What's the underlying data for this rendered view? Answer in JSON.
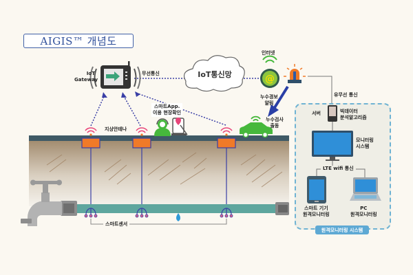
{
  "title": "AIGIS™ 개념도",
  "labels": {
    "iot_gateway": [
      "IoT",
      "Gateway"
    ],
    "wireless": "무선통신",
    "iot_network": "IoT통신망",
    "internet": "인터넷",
    "leak_alert": [
      "누수경보",
      "알림"
    ],
    "wired_wireless": "유무선 통신",
    "server": "서버",
    "bigdata": [
      "빅데이터",
      "분석알고리즘"
    ],
    "monitoring_system": [
      "모니터링",
      "시스템"
    ],
    "lte_wifi": "LTE wifi 통신",
    "smart_device": [
      "스마트 기기",
      "원격모니터링"
    ],
    "pc": [
      "PC",
      "원격모니터링"
    ],
    "remote_monitoring_system": "원격모니터링 시스템",
    "leak_inspection": [
      "누수검사",
      "출동"
    ],
    "smart_app": [
      "스마트App.",
      "이용 현장확인"
    ],
    "ground_antenna": "지상안테나",
    "smart_sensor": "스마트센서"
  },
  "colors": {
    "background": "#fbf8f1",
    "title_border": "#3f5fa6",
    "ground_top": "#3f5a66",
    "soil": "#a8906f",
    "pipe": "#5ea69e",
    "antenna_box": "#f07a28",
    "dotted_link": "#3a3fa6",
    "panel_border": "#6fb3d3",
    "green": "#46b83c",
    "signal_pink": "#e8457a"
  }
}
